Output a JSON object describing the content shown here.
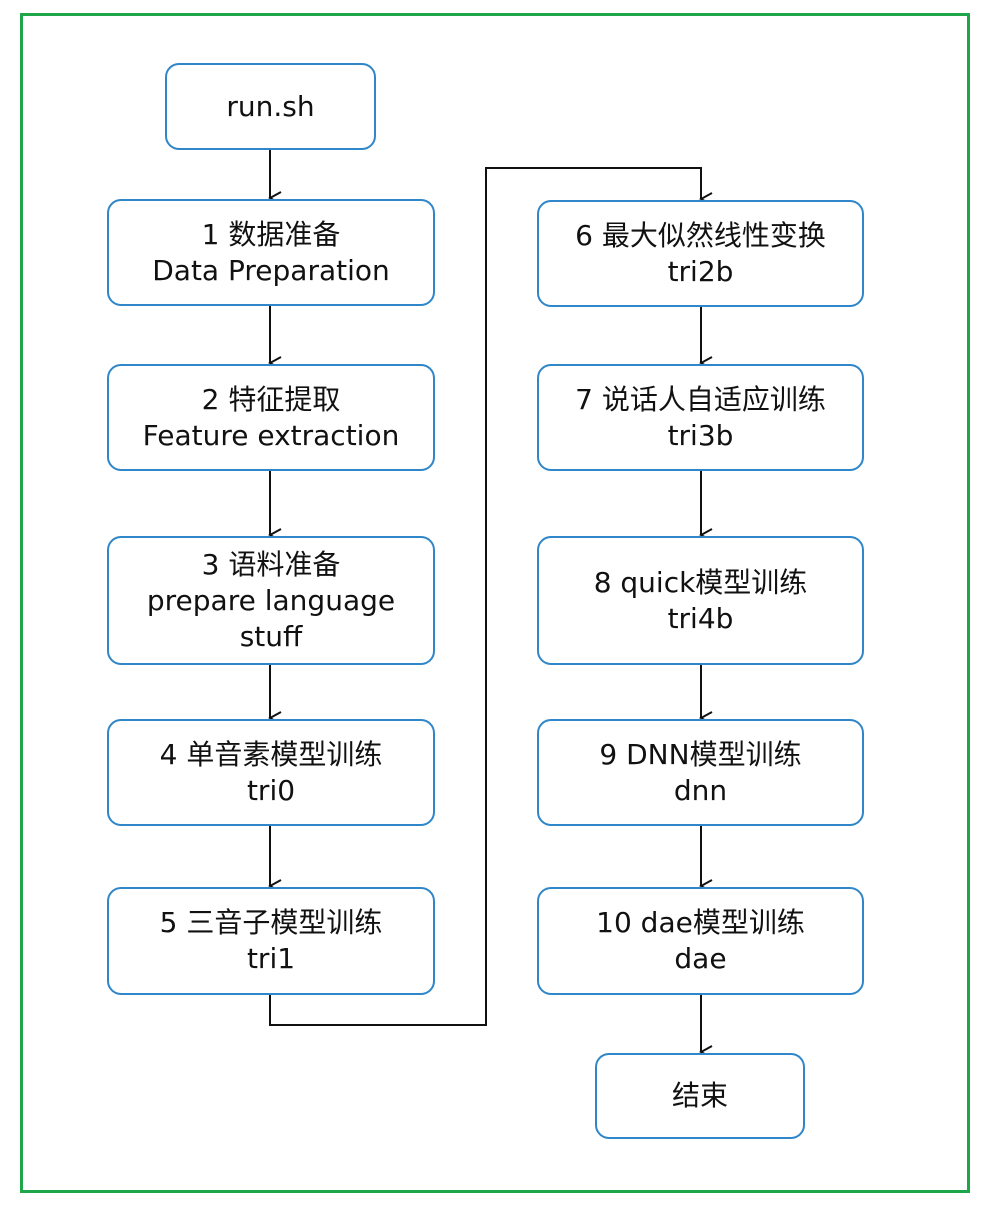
{
  "nodes": {
    "start": {
      "line1": "run.sh"
    },
    "step1": {
      "line1": "1 数据准备",
      "line2": "Data Preparation"
    },
    "step2": {
      "line1": "2 特征提取",
      "line2": "Feature extraction"
    },
    "step3": {
      "line1": "3 语料准备",
      "line2": "prepare language",
      "line3": "stuff"
    },
    "step4": {
      "line1": "4 单音素模型训练",
      "line2": "tri0"
    },
    "step5": {
      "line1": "5 三音子模型训练",
      "line2": "tri1"
    },
    "step6": {
      "line1": "6 最大似然线性变换",
      "line2": "tri2b"
    },
    "step7": {
      "line1": "7 说话人自适应训练",
      "line2": "tri3b"
    },
    "step8": {
      "line1": "8 quick模型训练",
      "line2": "tri4b"
    },
    "step9": {
      "line1": "9 DNN模型训练",
      "line2": "dnn"
    },
    "step10": {
      "line1": "10 dae模型训练",
      "line2": "dae"
    },
    "end": {
      "line1": "结束"
    }
  },
  "colors": {
    "frame": "#1fa64a",
    "node_border": "#2f86c9",
    "edge": "#111111"
  }
}
